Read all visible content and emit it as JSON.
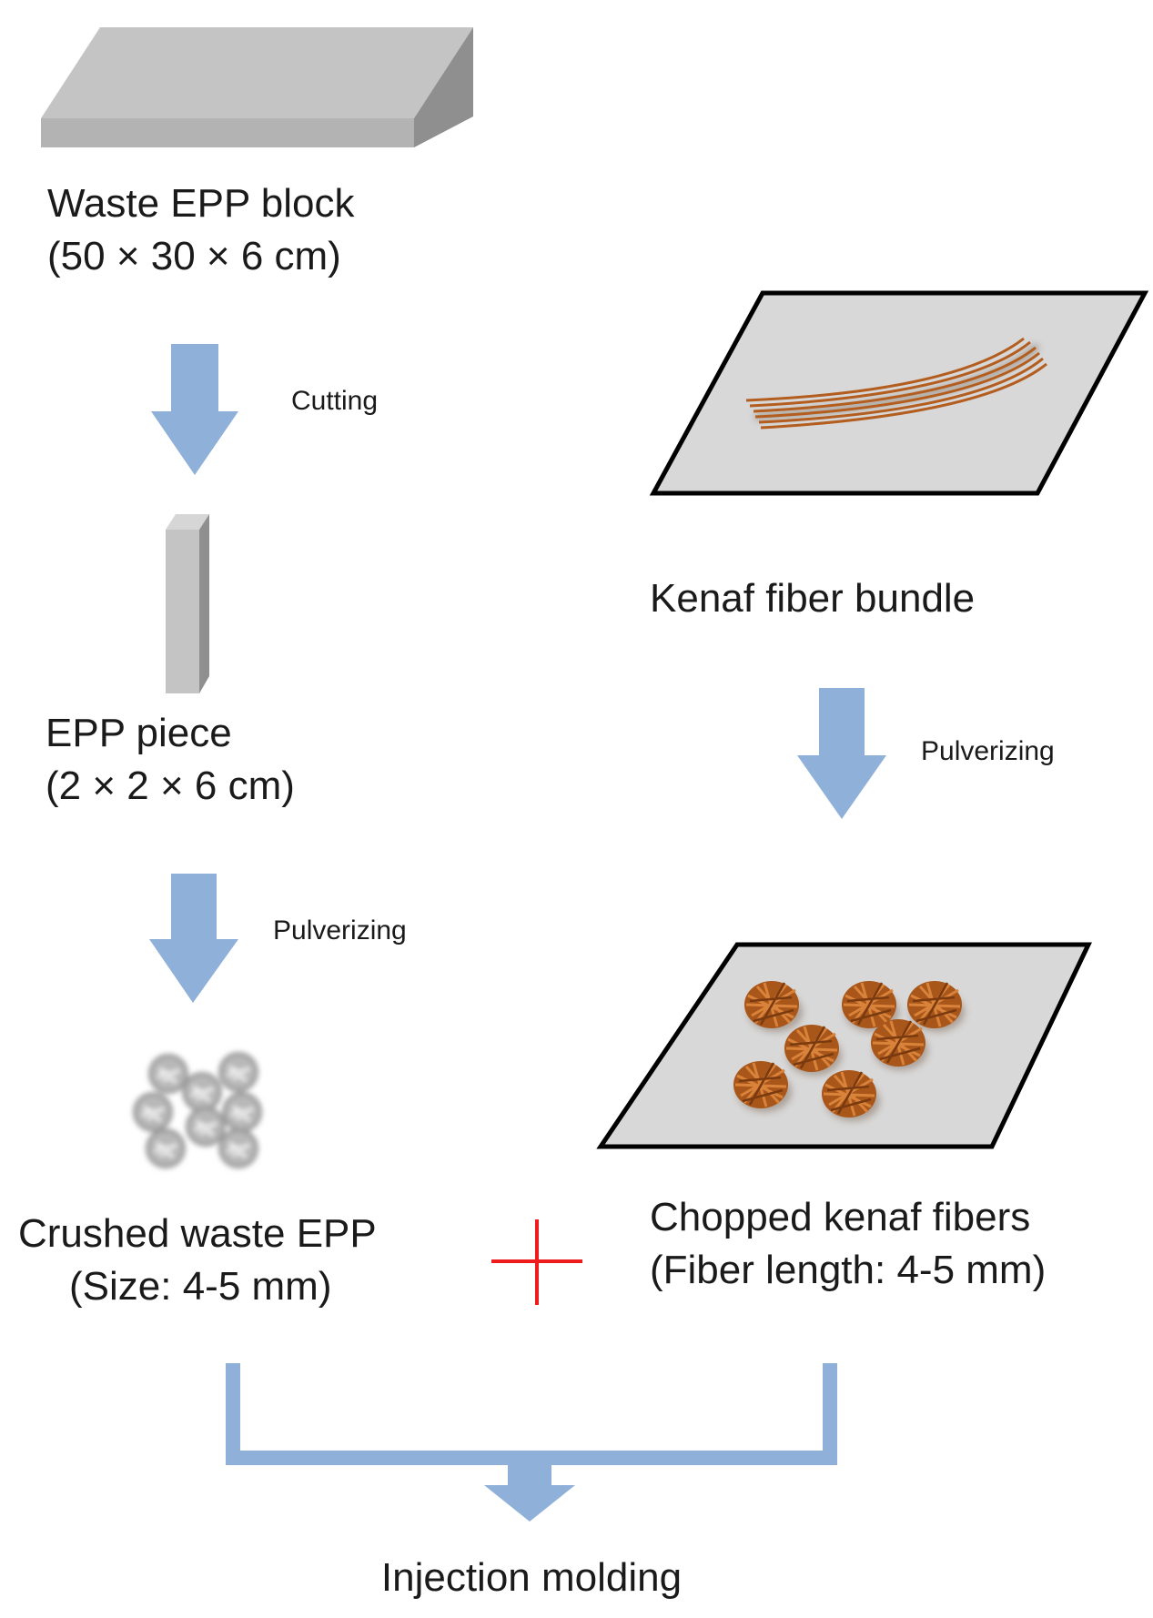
{
  "epp_branch": {
    "block_label": "Waste EPP block",
    "block_size": "(50 × 30 × 6 cm)",
    "step1": "Cutting",
    "piece_label": "EPP piece",
    "piece_size": "(2 × 2 × 6 cm)",
    "step2": "Pulverizing",
    "crushed_label": "Crushed waste EPP",
    "crushed_size": "(Size: 4-5 mm)"
  },
  "kenaf_branch": {
    "bundle_label": "Kenaf fiber bundle",
    "step1": "Pulverizing",
    "chopped_label": "Chopped kenaf fibers",
    "chopped_size": "(Fiber length: 4-5 mm)"
  },
  "final_step": "Injection molding",
  "colors": {
    "arrow": "#8fb0d8",
    "epp_gray": "#c4c4c4",
    "epp_dark": "#8f8f8f",
    "tray": "#d8d8d8",
    "kenaf": "#b35d1f",
    "plus": "#ee1c1c"
  }
}
